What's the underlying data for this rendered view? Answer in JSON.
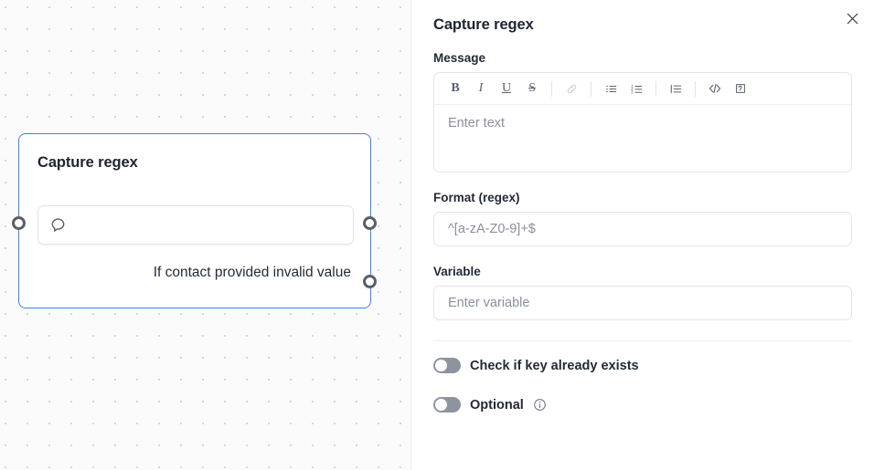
{
  "canvas": {
    "node": {
      "title": "Capture regex",
      "input_icon": "message-bubble-icon",
      "input_value": "",
      "branch_label": "If contact provided invalid value",
      "port_in_name": "input-port",
      "port_out_1_name": "output-port-success",
      "port_out_2_name": "output-port-invalid",
      "border_color": "#3b82f6"
    }
  },
  "panel": {
    "title": "Capture regex",
    "close_icon": "close-icon",
    "message": {
      "label": "Message",
      "placeholder": "Enter text",
      "value": "",
      "toolbar": [
        {
          "name": "bold-icon",
          "glyph": "B",
          "disabled": false
        },
        {
          "name": "italic-icon",
          "glyph": "I",
          "disabled": false
        },
        {
          "name": "underline-icon",
          "glyph": "U",
          "disabled": false
        },
        {
          "name": "strikethrough-icon",
          "glyph": "S",
          "disabled": false
        },
        {
          "name": "link-icon",
          "glyph": "link",
          "disabled": true
        },
        {
          "name": "bulleted-list-icon",
          "glyph": "ul",
          "disabled": false
        },
        {
          "name": "numbered-list-icon",
          "glyph": "ol",
          "disabled": false
        },
        {
          "name": "block-quote-icon",
          "glyph": "quote",
          "disabled": false
        },
        {
          "name": "code-icon",
          "glyph": "</>",
          "disabled": false
        },
        {
          "name": "variable-tag-icon",
          "glyph": "var",
          "disabled": false
        }
      ]
    },
    "format": {
      "label": "Format (regex)",
      "placeholder": "^[a-zA-Z0-9]+$",
      "value": ""
    },
    "variable": {
      "label": "Variable",
      "placeholder": "Enter variable",
      "value": ""
    },
    "toggles": [
      {
        "name": "check-key-exists-toggle",
        "label": "Check if key already exists",
        "on": false,
        "has_info": false
      },
      {
        "name": "optional-toggle",
        "label": "Optional",
        "on": false,
        "has_info": true
      }
    ]
  },
  "colors": {
    "accent": "#3b82f6",
    "text": "#242a36",
    "muted": "#8a909c",
    "border": "#e3e5e8"
  }
}
